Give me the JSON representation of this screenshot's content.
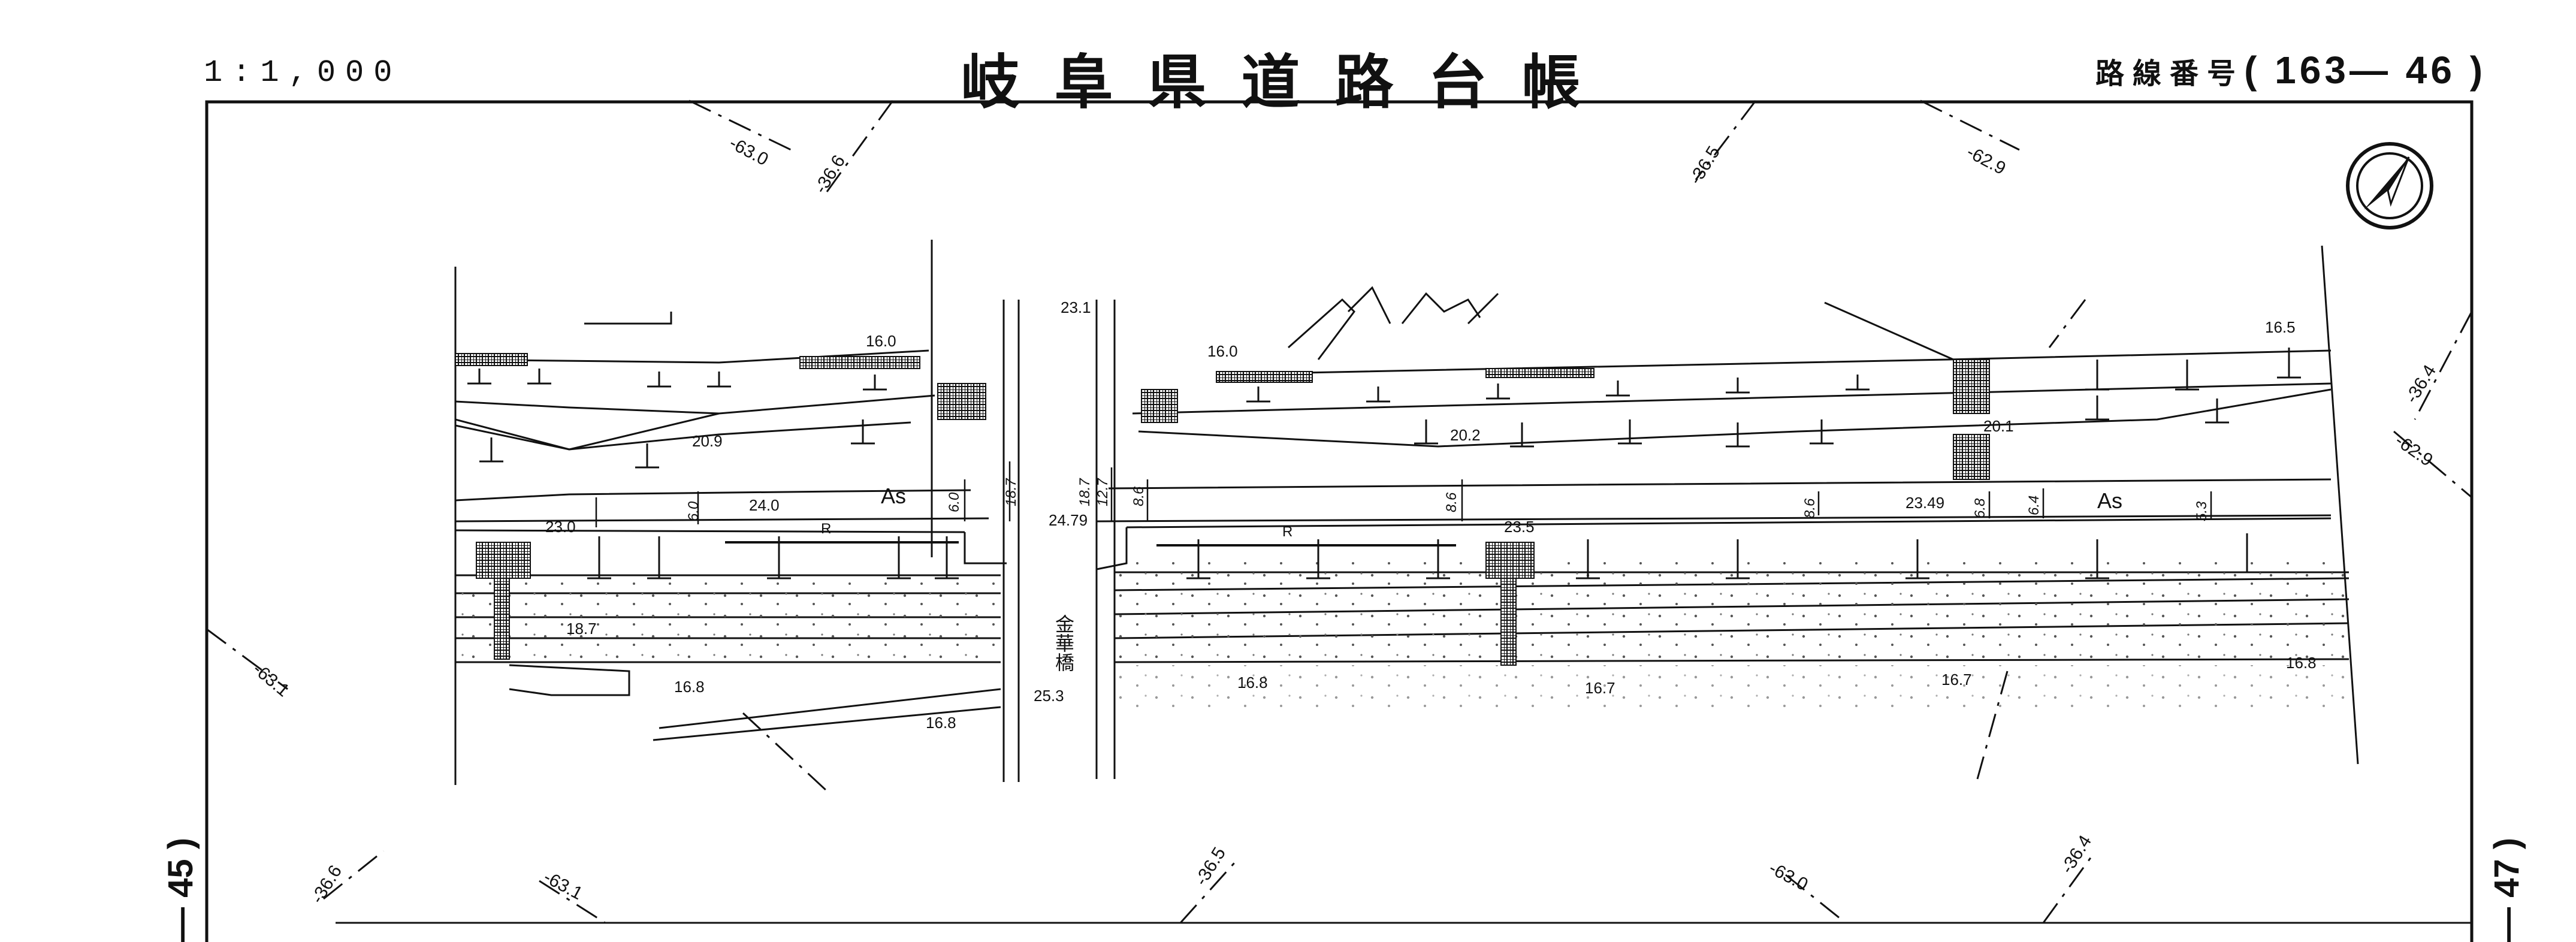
{
  "header": {
    "scale": "1:1,000",
    "title": "岐阜県道路台帳",
    "route_label": "路線番号",
    "route_open": "(",
    "route_number": "163— 46",
    "route_close": ")"
  },
  "sheet_refs": {
    "previous": "— 45 )",
    "next": "— 47 )"
  },
  "bridge_name": "金華橋",
  "road_surface": "As",
  "guardrail": "R",
  "widths": [
    "6.0",
    "6.0",
    "18.7",
    "18.7",
    "12.7",
    "8.6",
    "8.6",
    "8.6",
    "6.8",
    "6.4",
    "5.3"
  ],
  "elevations": [
    "-63.0",
    "-36.6",
    "-36.5",
    "-62.9",
    "-36.4",
    "-62.9",
    "-63.1",
    "-36.6",
    "-63.1",
    "-36.5",
    "-63.0",
    "-36.4"
  ],
  "spot_heights": [
    "16.0",
    "23.1",
    "16.0",
    "16.5",
    "20.9",
    "20.2",
    "20.1",
    "24.0",
    "23.0",
    "24.79",
    "23.5",
    "23.49",
    "18.7",
    "16.8",
    "16.8",
    "16.8",
    "16.7",
    "16.7",
    "16.8",
    "25.3"
  ],
  "icons": {
    "north_arrow": "north-arrow-icon"
  }
}
